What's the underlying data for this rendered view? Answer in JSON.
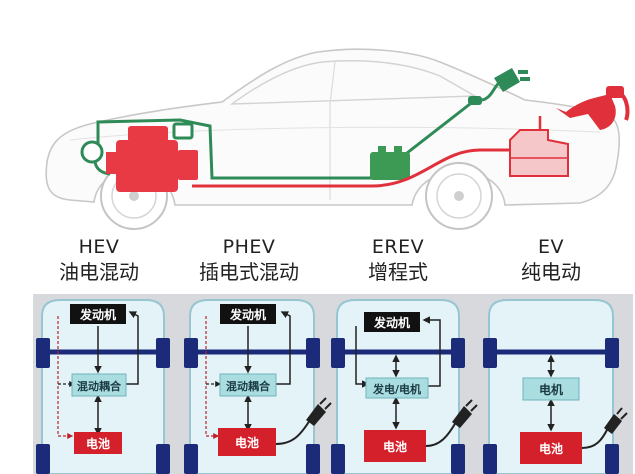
{
  "types": [
    {
      "en": "HEV",
      "cn": "油电混动"
    },
    {
      "en": "PHEV",
      "cn": "插电式混动"
    },
    {
      "en": "EREV",
      "cn": "增程式"
    },
    {
      "en": "EV",
      "cn": "纯电动"
    }
  ],
  "panels": [
    {
      "engine": "发动机",
      "coupling": "混动耦合",
      "battery": "电池"
    },
    {
      "engine": "发动机",
      "coupling": "混动耦合",
      "battery": "电池"
    },
    {
      "engine": "发动机",
      "generator": "发电/电机",
      "battery": "电池"
    },
    {
      "motor": "电机",
      "battery": "电池"
    }
  ],
  "colors": {
    "engine_red": "#e83a45",
    "line_green": "#2e8b57",
    "fuel_red": "#e0303c",
    "box_teal": "#a9dde0",
    "axle_navy": "#1c2a7a",
    "panel_bg": "#e4f3f7",
    "battery_red": "#d3202a",
    "engine_black": "#111111"
  }
}
